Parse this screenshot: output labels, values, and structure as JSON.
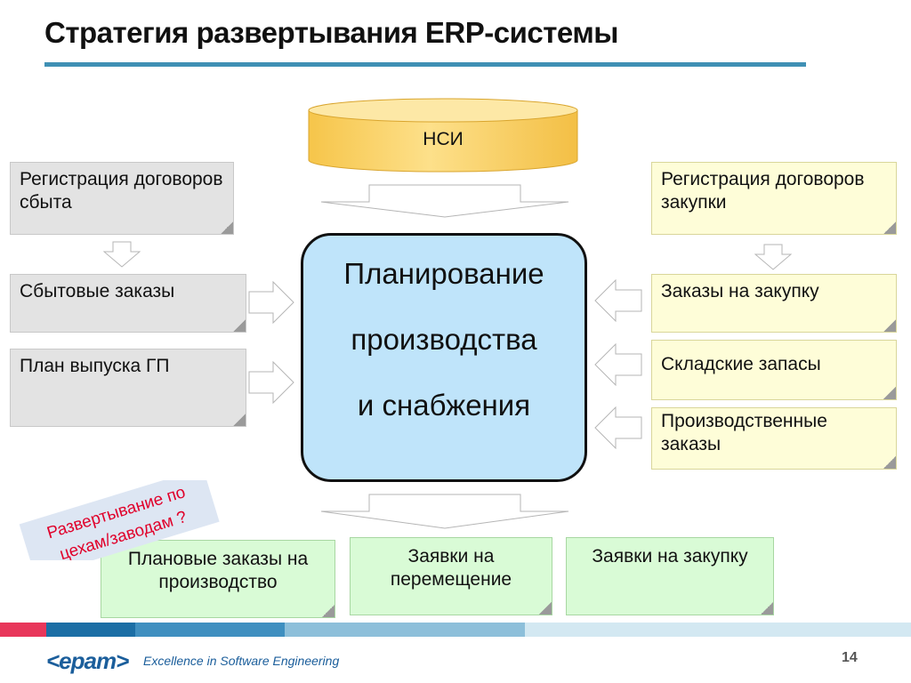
{
  "title": "Стратегия развертывания ERP-системы",
  "nsi": "НСИ",
  "hub": {
    "line1": "Планирование",
    "line2": "производства",
    "line3": "и снабжения"
  },
  "left": {
    "sales_contracts": "Регистрация договоров сбыта",
    "sales_orders": "Сбытовые заказы",
    "production_plan": "План выпуска ГП"
  },
  "right": {
    "purchase_contracts": "Регистрация договоров закупки",
    "purchase_orders": "Заказы на закупку",
    "stock": "Складские запасы",
    "production_orders": "Производственные заказы"
  },
  "outputs": {
    "planned_orders": "Плановые заказы на производство",
    "transfer_requests": "Заявки на перемещение",
    "purchase_requests": "Заявки на закупку"
  },
  "callout": {
    "line1": "Развертывание по",
    "line2": "цехам/заводам ?"
  },
  "footer": {
    "logo": "<epam>",
    "tagline": "Excellence in Software Engineering",
    "page": "14"
  },
  "colors": {
    "accent": "#3f90b4",
    "hub_fill": "#bfe4fa",
    "nsi_fill": "#fdd667",
    "callout_text": "#e0002a"
  }
}
